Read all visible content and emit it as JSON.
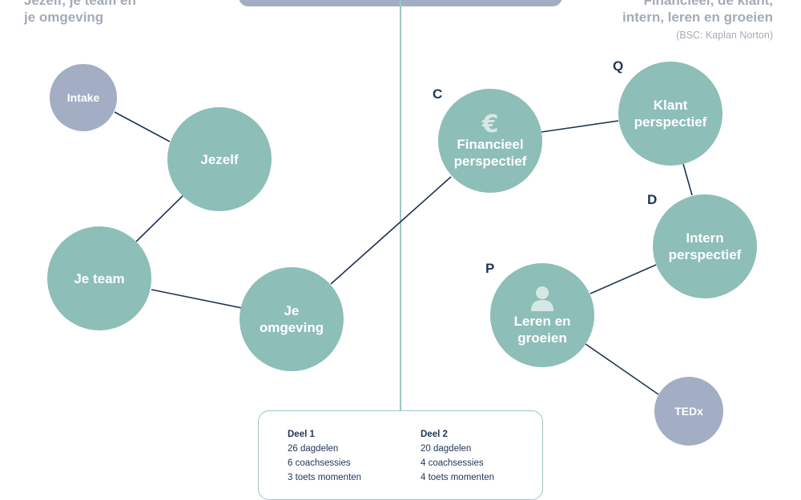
{
  "left_heading": {
    "line1": "Jezelf, je team en",
    "line2": "je omgeving"
  },
  "right_heading": {
    "line1": "Financieel, de klant,",
    "line2": "intern, leren en groeien",
    "note": "(BSC: Kaplan Norton)"
  },
  "nodes": {
    "intake": "Intake",
    "jezelf": "Jezelf",
    "je_team": "Je team",
    "je_omgeving": {
      "line1": "Je",
      "line2": "omgeving"
    },
    "financieel": {
      "line1": "Financieel",
      "line2": "perspectief",
      "icon": "euro-icon"
    },
    "klant": {
      "line1": "Klant",
      "line2": "perspectief"
    },
    "intern": {
      "line1": "Intern",
      "line2": "perspectief"
    },
    "leren": {
      "line1": "Leren en",
      "line2": "groeien",
      "icon": "person-icon"
    },
    "tedx": "TEDx"
  },
  "letters": {
    "c": "C",
    "q": "Q",
    "d": "D",
    "p": "P"
  },
  "info": {
    "deel1": {
      "title": "Deel 1",
      "items": [
        "26 dagdelen",
        "6 coachsessies",
        "3 toets momenten"
      ]
    },
    "deel2": {
      "title": "Deel 2",
      "items": [
        "20 dagdelen",
        "4 coachsessies",
        "4 toets momenten"
      ]
    }
  },
  "colors": {
    "teal": "#8dbeb8",
    "gray": "#a3adc4",
    "line": "#1e3556",
    "heading": "#a4abb7"
  }
}
